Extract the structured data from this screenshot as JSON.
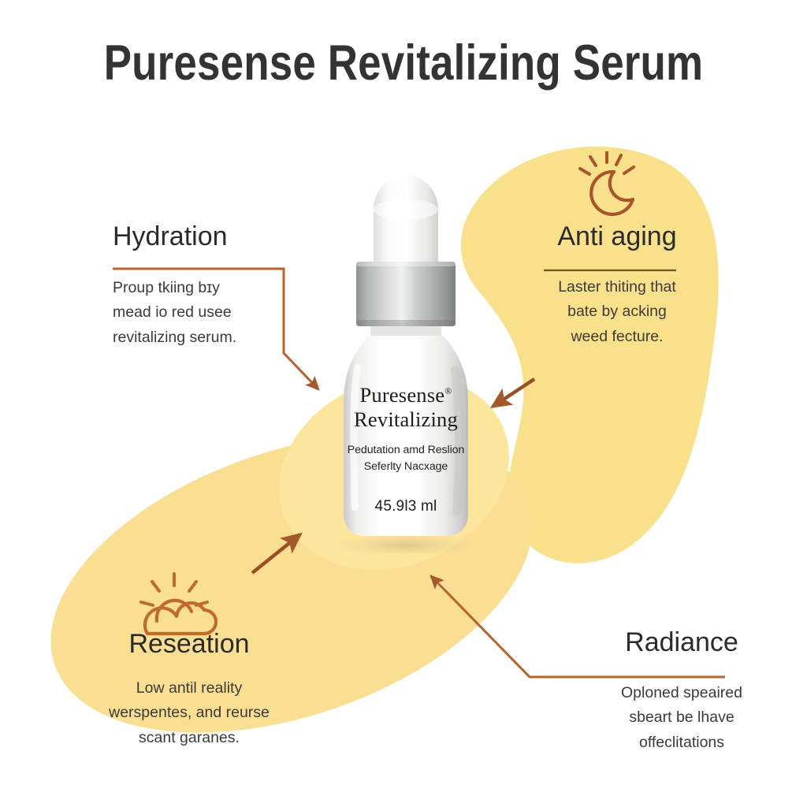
{
  "page": {
    "title": "Puresense Revitalizing Serum",
    "background_color": "#ffffff",
    "blob_color": "#f9e08a",
    "blob_color_light": "#fbe69b",
    "accent_color": "#b5622e",
    "title_color": "#333333"
  },
  "features": [
    {
      "id": "hydration",
      "title": "Hydration",
      "body": "Proup tkiing bɪy mead io red usee revitalizing serum.",
      "body_lines": [
        "Proup tkiing bɪy",
        "mead io red usee",
        "revitalizing serum."
      ],
      "divider_color": "#b5622e",
      "icon": null,
      "position": "top-left"
    },
    {
      "id": "antiaging",
      "title": "Anti aging",
      "body": "Laster thiting that bate by acking weed fecture.",
      "body_lines": [
        "Laster thiting that",
        "bate by acking",
        "weed fecture."
      ],
      "divider_color": "#6b5630",
      "icon": "moon-icon",
      "position": "top-right"
    },
    {
      "id": "reseation",
      "title": "Reseation",
      "body": "Low antil reality werspentes, and reurse scant garanes.",
      "body_lines": [
        "Low antil reality",
        "werspentes, and reurse",
        "scant garanes."
      ],
      "divider_color": null,
      "icon": "sun-cloud-icon",
      "position": "bottom-left"
    },
    {
      "id": "radiance",
      "title": "Radiance",
      "body": "Oploned speaired sbeart be lhave offeclitations",
      "body_lines": [
        "Oploned speaired",
        "sbeart be lhave",
        "offeclitations"
      ],
      "divider_color": "#b5622e",
      "icon": null,
      "position": "bottom-right"
    }
  ],
  "product": {
    "brand_line_1": "Puresense",
    "registered_mark": "®",
    "brand_line_2": "Revitalizing",
    "description_lines": [
      "Pedutation amd Reslion",
      "Seferlty Nacxage"
    ],
    "volume": "45.9l3 ml",
    "cap_color": "#f2f2f0",
    "collar_color": "#b9bbbb",
    "body_color": "#fbfbfb"
  }
}
